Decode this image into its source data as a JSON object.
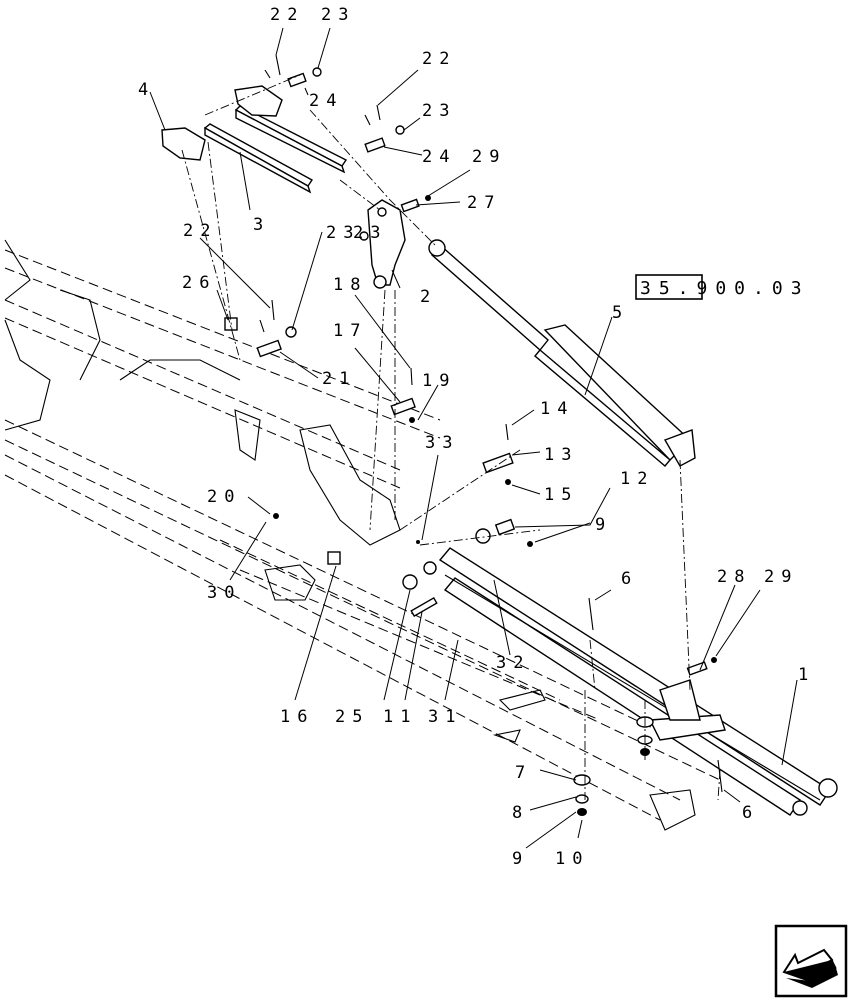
{
  "reference_label": "35.900.03",
  "callouts": {
    "c1": "1",
    "c2": "2",
    "c3": "3",
    "c4": "4",
    "c5": "5",
    "c6a": "6",
    "c6b": "6",
    "c7": "7",
    "c8": "8",
    "c9a": "9",
    "c9b": "9",
    "c10": "10",
    "c11": "11",
    "c12": "12",
    "c13": "13",
    "c14": "14",
    "c15": "15",
    "c16": "16",
    "c17": "17",
    "c18": "18",
    "c19": "19",
    "c20": "20",
    "c21": "21",
    "c22a": "22",
    "c22b": "22",
    "c22c": "22",
    "c23a": "23",
    "c23b": "23",
    "c23c": "23",
    "c23d": "23",
    "c24a": "24",
    "c24b": "24",
    "c25": "25",
    "c26": "26",
    "c27": "27",
    "c28": "28",
    "c29a": "29",
    "c29b": "29",
    "c30": "30",
    "c31": "31",
    "c32": "32",
    "c33": "33"
  },
  "nav_icon": "previous-page-arrow-icon"
}
